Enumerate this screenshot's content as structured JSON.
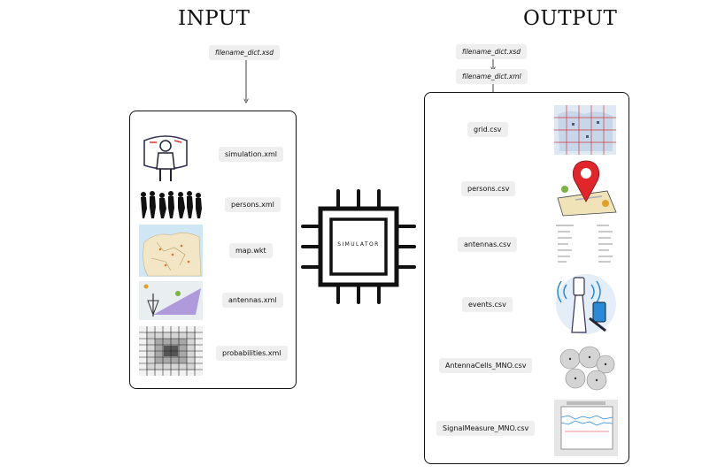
{
  "headings": {
    "input": "INPUT",
    "output": "OUTPUT"
  },
  "chip_label": "SIMULATOR",
  "input": {
    "dict_file": "filename_dict.xsd",
    "files": [
      "simulation.xml",
      "persons.xml",
      "map.wkt",
      "antennas.xml",
      "probabilities.xml"
    ]
  },
  "output": {
    "dict_files": [
      "filename_dict.xsd",
      "filename_dict.xml"
    ],
    "files": [
      "grid.csv",
      "persons.csv",
      "antennas.csv",
      "events.csv",
      "AntennaCells_MNO.csv",
      "SignalMeasure_MNO.csv"
    ]
  },
  "colors": {
    "stroke": "#111111",
    "tag_bg": "#efefef",
    "pin_red": "#e0262b",
    "map_purple": "#9b7fd4",
    "phone_blue": "#2a8ad6"
  },
  "icons": [
    "vr-user-icon",
    "crowd-icon",
    "europe-map-icon",
    "antenna-coverage-icon",
    "probability-grid-icon",
    "grid-map-icon",
    "location-pin-icon",
    "table-icon",
    "cell-tower-phone-icon",
    "antenna-cells-icon",
    "signal-chart-icon"
  ]
}
